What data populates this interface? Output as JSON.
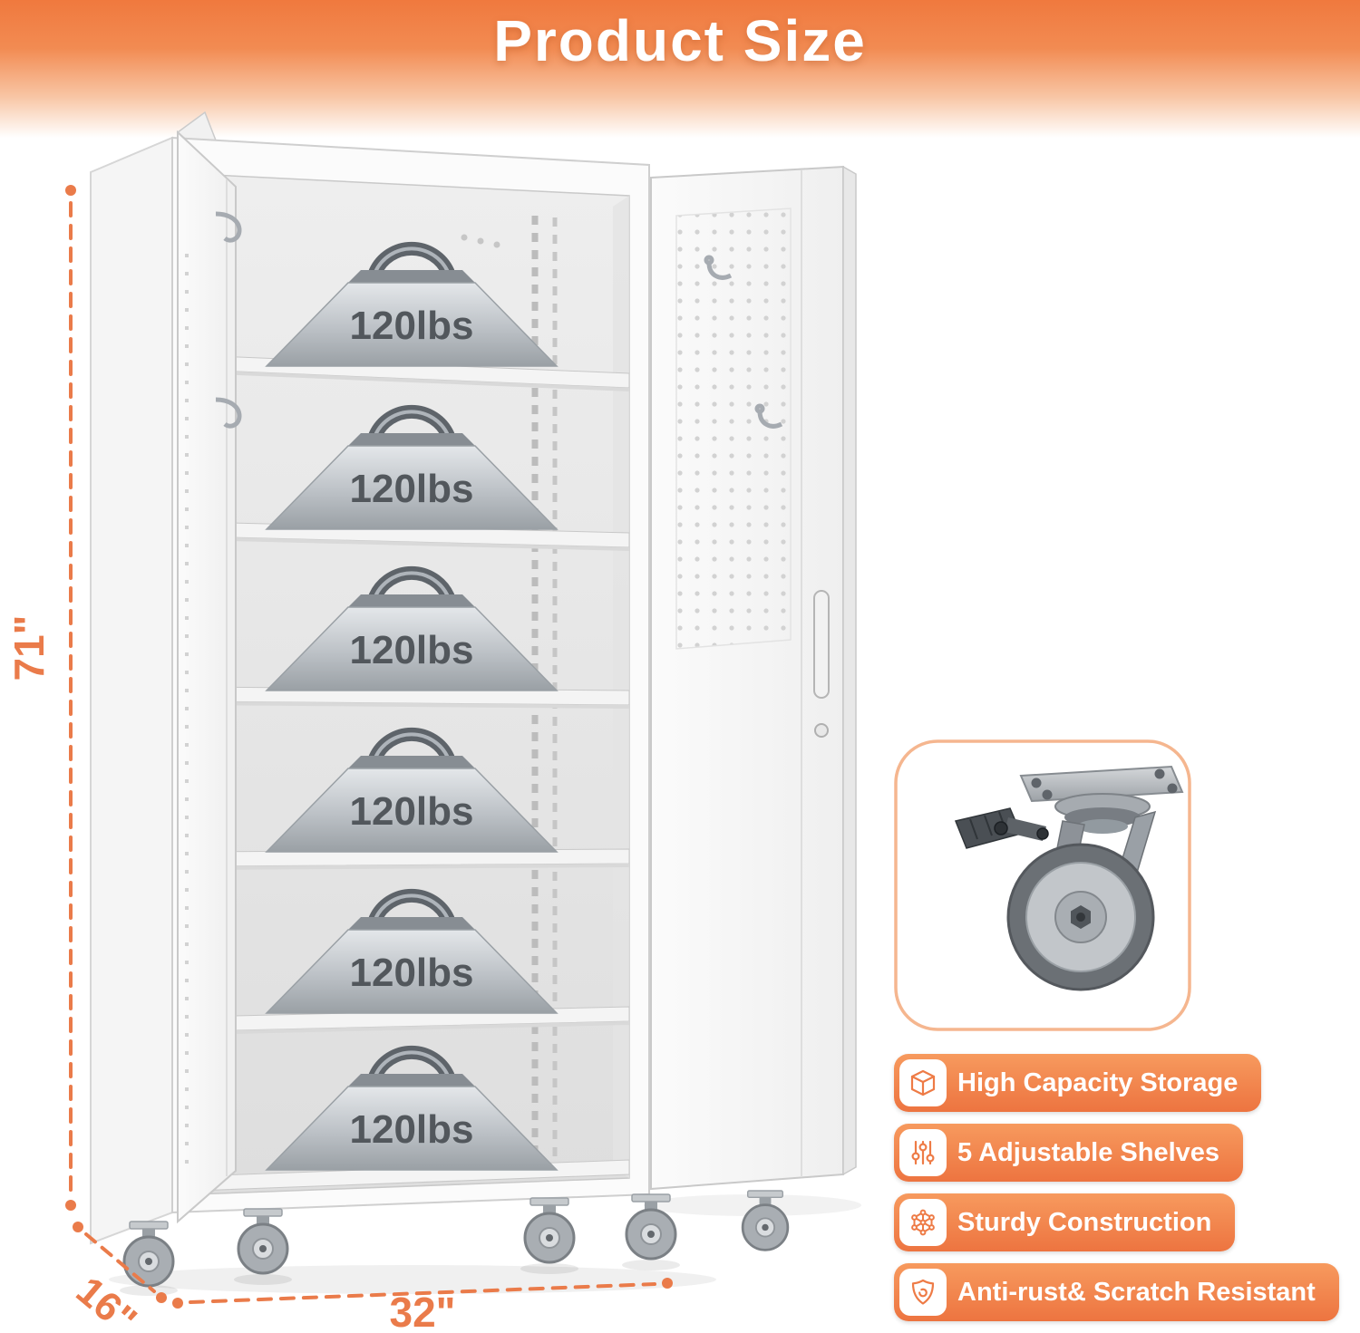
{
  "header": {
    "title": "Product Size"
  },
  "dimensions": {
    "height": "71\"",
    "width": "32\"",
    "depth": "16\""
  },
  "weight_label": "120lbs",
  "features": [
    {
      "icon": "cube-icon",
      "label": "High Capacity Storage"
    },
    {
      "icon": "sliders-icon",
      "label": "5 Adjustable Shelves"
    },
    {
      "icon": "lattice-icon",
      "label": "Sturdy Construction"
    },
    {
      "icon": "shield-icon",
      "label": "Anti-rust& Scratch Resistant"
    }
  ],
  "colors": {
    "accent_orange": "#ee7b46",
    "header_gradient_top": "#f0793e",
    "cabinet_white": "#fbfbfb",
    "metal_gray": "#9aa0a5"
  }
}
